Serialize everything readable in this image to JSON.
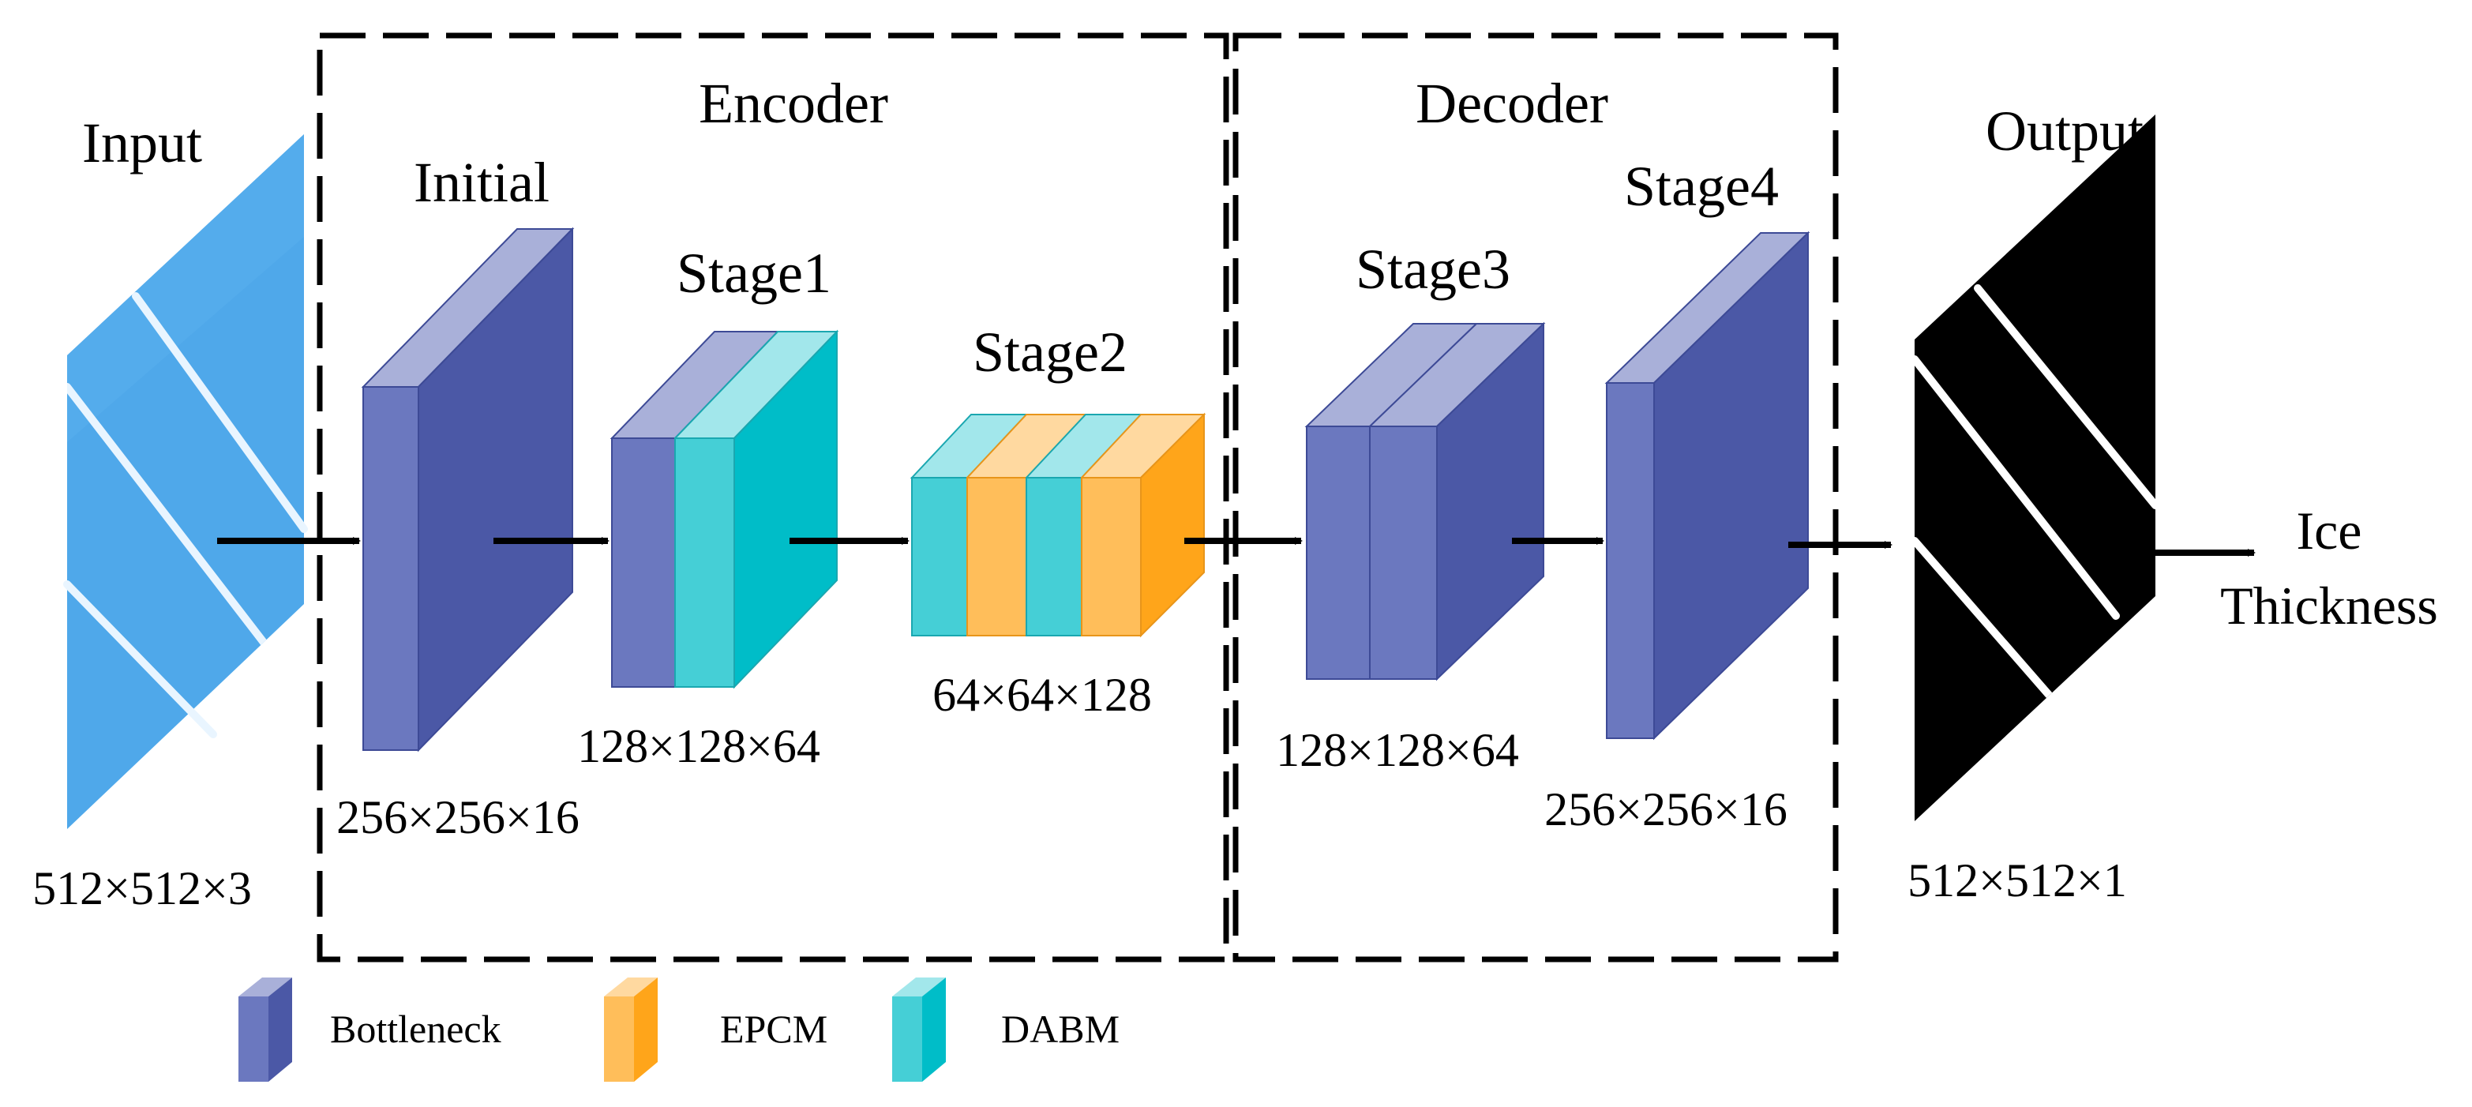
{
  "colors": {
    "bottleneck": {
      "front": "#6b78bf",
      "side": "#4b58a6",
      "top": "#a9b0d9"
    },
    "epcm": {
      "front": "#ffbe5a",
      "side": "#ffa51a",
      "top": "#ffd9a0"
    },
    "dabm": {
      "front": "#45cfd6",
      "side": "#00bdc8",
      "top": "#a2e7eb"
    },
    "input_image": "#4fa8ea",
    "output_image": "#000000",
    "arrow": "#000000"
  },
  "sections": {
    "encoder": "Encoder",
    "decoder": "Decoder"
  },
  "input": {
    "title": "Input",
    "dims": "512×512×3"
  },
  "initial": {
    "title": "Initial",
    "dims": "256×256×16"
  },
  "stage1": {
    "title": "Stage1",
    "dims": "128×128×64"
  },
  "stage2": {
    "title": "Stage2",
    "dims": "64×64×128"
  },
  "stage3": {
    "title": "Stage3",
    "dims": "128×128×64"
  },
  "stage4": {
    "title": "Stage4",
    "dims": "256×256×16"
  },
  "output": {
    "title": "Output",
    "dims": "512×512×1"
  },
  "result": {
    "line1": "Ice",
    "line2": "Thickness"
  },
  "legend": {
    "bottleneck": "Bottleneck",
    "epcm": "EPCM",
    "dabm": "DABM"
  }
}
